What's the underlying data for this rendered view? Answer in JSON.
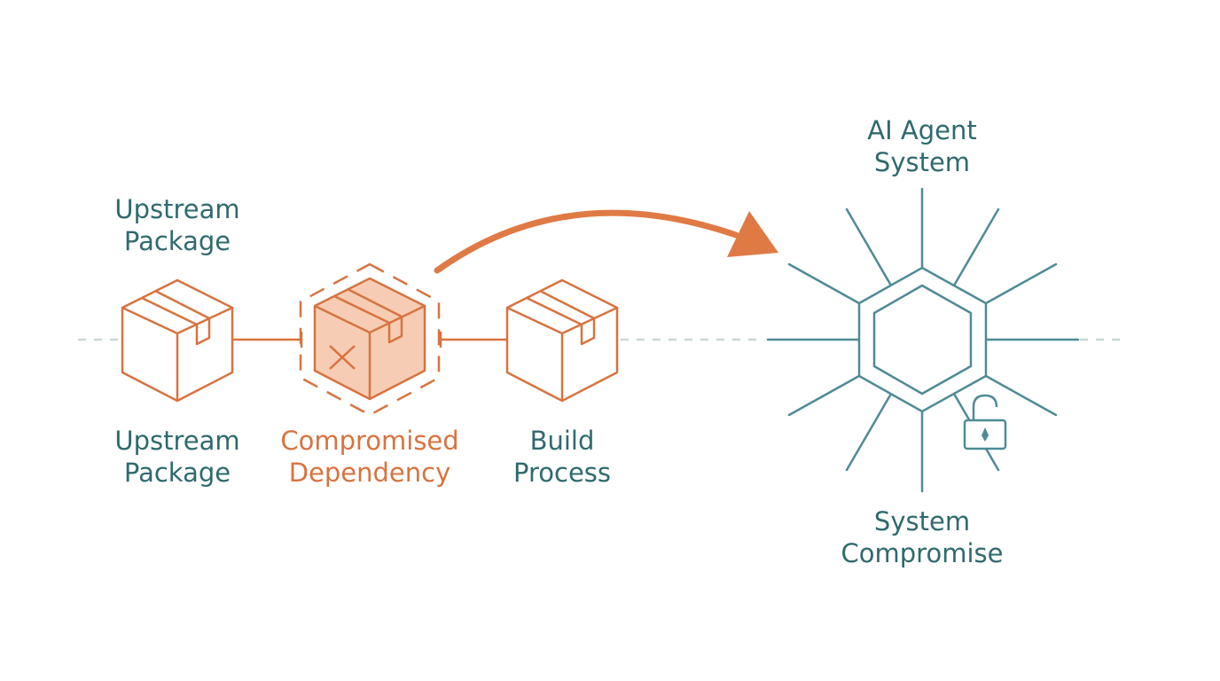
{
  "colors": {
    "teal": "#2f6a6e",
    "hub_teal": "#4f8b95",
    "orange": "#d8733f",
    "orange_fill": "#f6cdb4",
    "dashed_axis": "#c9d6d6"
  },
  "labels": {
    "upstream_top": {
      "line1": "Upstream",
      "line2": "Package"
    },
    "upstream_bottom": {
      "line1": "Upstream",
      "line2": "Package"
    },
    "compromised": {
      "line1": "Compromised",
      "line2": "Dependency"
    },
    "build": {
      "line1": "Build",
      "line2": "Process"
    },
    "agent": {
      "line1": "AI Agent",
      "line2": "System"
    },
    "compromise": {
      "line1": "System",
      "line2": "Compromise"
    }
  },
  "icons": {
    "upstream": "package-box-icon",
    "compromised": "compromised-package-icon",
    "build": "build-box-icon",
    "hub": "hexagon-hub-icon",
    "lock": "unlocked-padlock-icon",
    "arrow": "curved-arrow-icon"
  }
}
